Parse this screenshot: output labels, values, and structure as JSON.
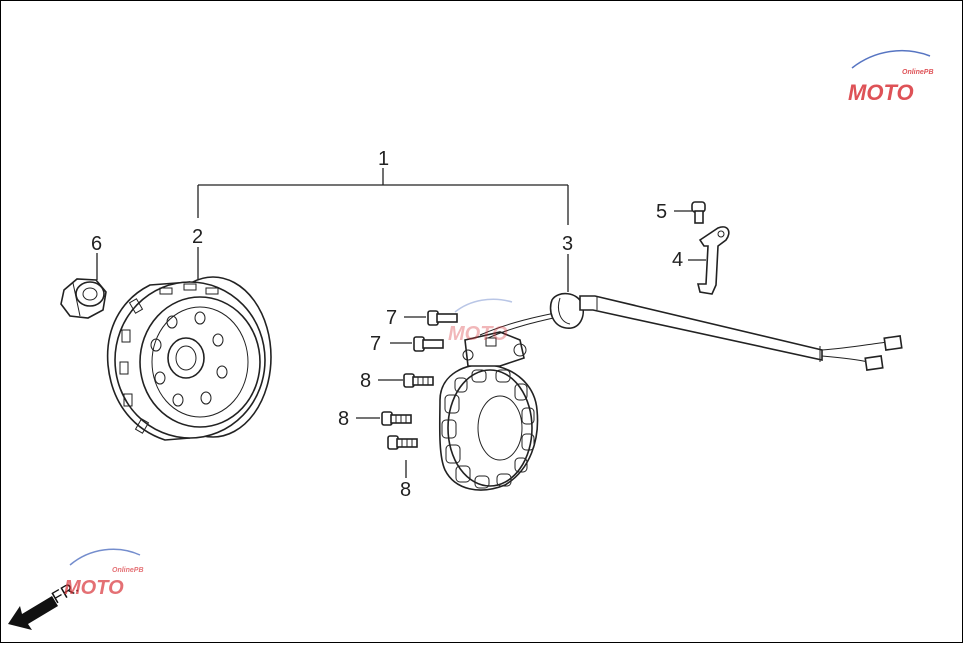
{
  "diagram": {
    "callouts": [
      {
        "id": "c1",
        "label": "1"
      },
      {
        "id": "c2",
        "label": "2"
      },
      {
        "id": "c3",
        "label": "3"
      },
      {
        "id": "c4",
        "label": "4"
      },
      {
        "id": "c5",
        "label": "5"
      },
      {
        "id": "c6",
        "label": "6"
      },
      {
        "id": "c7a",
        "label": "7"
      },
      {
        "id": "c7b",
        "label": "7"
      },
      {
        "id": "c8a",
        "label": "8"
      },
      {
        "id": "c8b",
        "label": "8"
      },
      {
        "id": "c8c",
        "label": "8"
      }
    ],
    "direction_label": "FR.",
    "watermark": {
      "text": "MOTO",
      "subtext": "OnlinePB",
      "colors": {
        "red": "#d9343a",
        "blue": "#3a5db8"
      }
    }
  }
}
